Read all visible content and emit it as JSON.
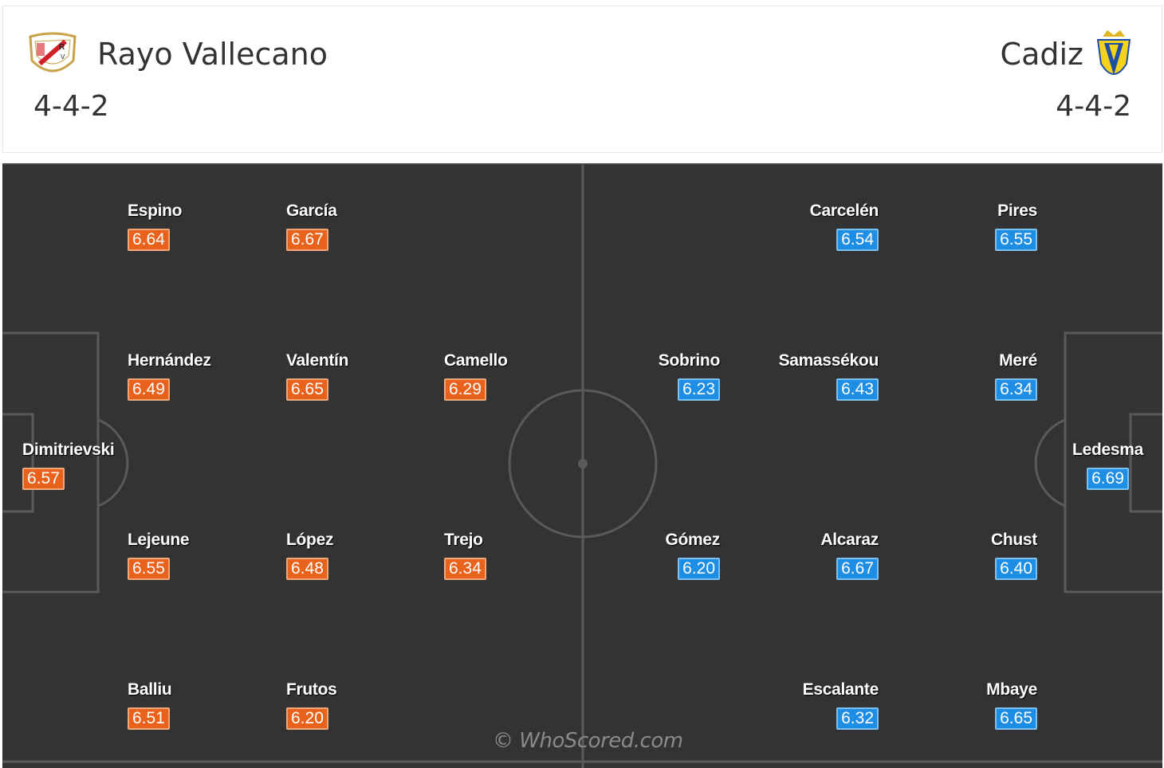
{
  "colors": {
    "home": "#e8621c",
    "away": "#1d8ee3",
    "pitch": "#333333"
  },
  "home": {
    "name": "Rayo Vallecano",
    "formation": "4-4-2",
    "crest_icon": "rayo-vallecano-crest-icon",
    "players": [
      {
        "name": "Dimitrievski",
        "rating": "6.57"
      },
      {
        "name": "Espino",
        "rating": "6.64"
      },
      {
        "name": "Hernández",
        "rating": "6.49"
      },
      {
        "name": "Lejeune",
        "rating": "6.55"
      },
      {
        "name": "Balliu",
        "rating": "6.51"
      },
      {
        "name": "García",
        "rating": "6.67"
      },
      {
        "name": "Valentín",
        "rating": "6.65"
      },
      {
        "name": "López",
        "rating": "6.48"
      },
      {
        "name": "Frutos",
        "rating": "6.20"
      },
      {
        "name": "Camello",
        "rating": "6.29"
      },
      {
        "name": "Trejo",
        "rating": "6.34"
      }
    ]
  },
  "away": {
    "name": "Cadiz",
    "formation": "4-4-2",
    "crest_icon": "cadiz-crest-icon",
    "players": [
      {
        "name": "Ledesma",
        "rating": "6.69"
      },
      {
        "name": "Pires",
        "rating": "6.55"
      },
      {
        "name": "Meré",
        "rating": "6.34"
      },
      {
        "name": "Chust",
        "rating": "6.40"
      },
      {
        "name": "Mbaye",
        "rating": "6.65"
      },
      {
        "name": "Carcelén",
        "rating": "6.54"
      },
      {
        "name": "Samassékou",
        "rating": "6.43"
      },
      {
        "name": "Alcaraz",
        "rating": "6.67"
      },
      {
        "name": "Escalante",
        "rating": "6.32"
      },
      {
        "name": "Sobrino",
        "rating": "6.23"
      },
      {
        "name": "Gómez",
        "rating": "6.20"
      }
    ]
  },
  "watermark": "© WhoScored.com"
}
